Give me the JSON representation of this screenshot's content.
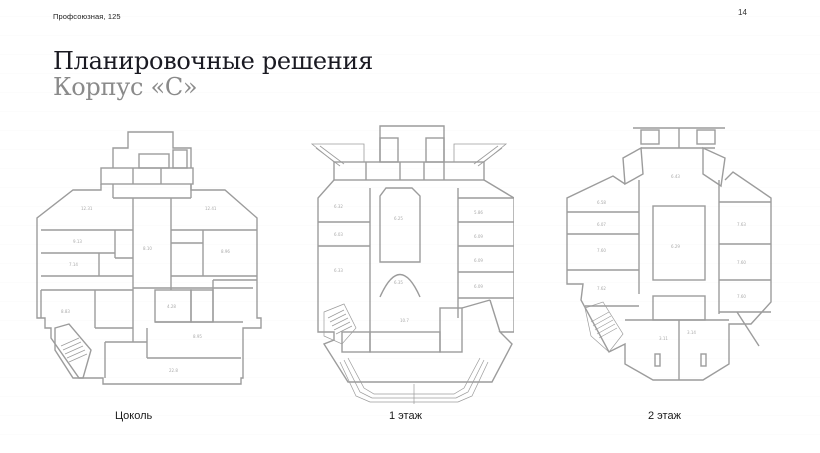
{
  "header": {
    "address": "Профсоюзная, 125",
    "page_number": "14"
  },
  "title": {
    "main": "Планировочные решения",
    "sub": "Корпус «С»"
  },
  "colors": {
    "title": "#1a1a22",
    "subtitle": "#8a8a8a",
    "plan_lines": "#9a9a9a"
  },
  "plans": [
    {
      "id": "basement",
      "label": "Цоколь"
    },
    {
      "id": "floor-1",
      "label": "1 этаж"
    },
    {
      "id": "floor-2",
      "label": "2 этаж"
    }
  ]
}
